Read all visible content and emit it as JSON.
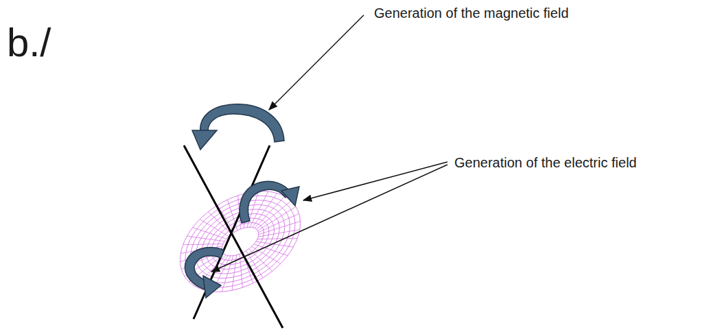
{
  "diagram": {
    "labels": [
      "b./",
      "Generation of the magnetic field",
      "Generation of the electric field"
    ]
  }
}
